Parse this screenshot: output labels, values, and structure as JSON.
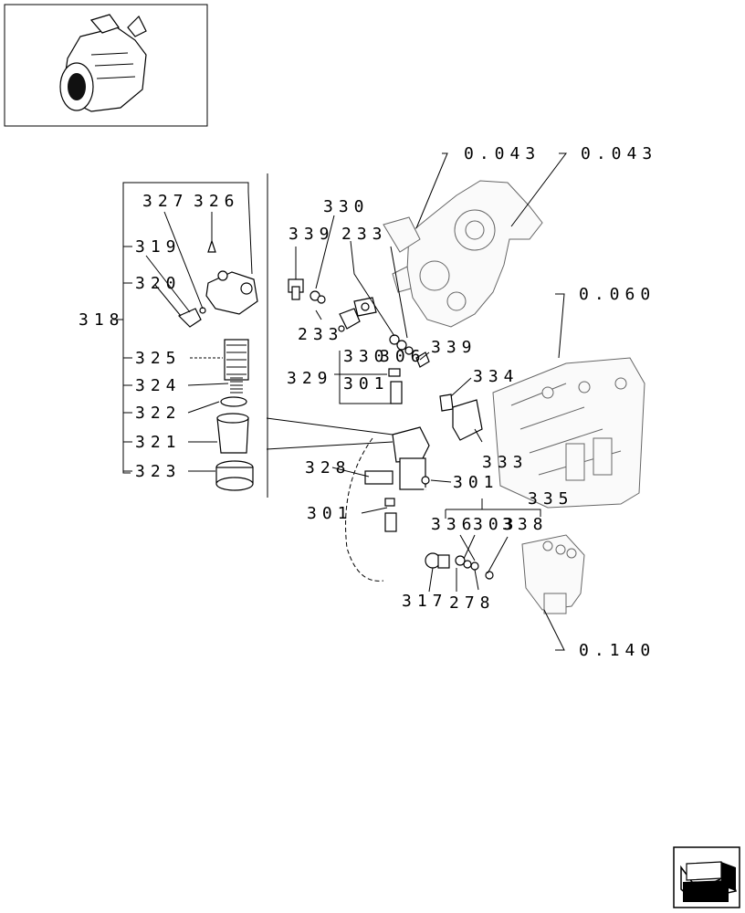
{
  "callouts": [
    {
      "id": "c0043a",
      "text": "0.043"
    },
    {
      "id": "c0043b",
      "text": "0.043"
    },
    {
      "id": "c0060",
      "text": "0.060"
    },
    {
      "id": "c0140",
      "text": "0.140"
    },
    {
      "id": "c327",
      "text": "327"
    },
    {
      "id": "c326",
      "text": "326"
    },
    {
      "id": "c319",
      "text": "319"
    },
    {
      "id": "c320",
      "text": "320"
    },
    {
      "id": "c318",
      "text": "318"
    },
    {
      "id": "c325",
      "text": "325"
    },
    {
      "id": "c324",
      "text": "324"
    },
    {
      "id": "c322",
      "text": "322"
    },
    {
      "id": "c321",
      "text": "321"
    },
    {
      "id": "c323",
      "text": "323"
    },
    {
      "id": "c330",
      "text": "330"
    },
    {
      "id": "c339a",
      "text": "339"
    },
    {
      "id": "c233a",
      "text": "233"
    },
    {
      "id": "c233b",
      "text": "233"
    },
    {
      "id": "c330b",
      "text": "330"
    },
    {
      "id": "c306",
      "text": "306"
    },
    {
      "id": "c339b",
      "text": "339"
    },
    {
      "id": "c329",
      "text": "329"
    },
    {
      "id": "c301a",
      "text": "301"
    },
    {
      "id": "c334",
      "text": "334"
    },
    {
      "id": "c333",
      "text": "333"
    },
    {
      "id": "c328",
      "text": "328"
    },
    {
      "id": "c301b",
      "text": "301"
    },
    {
      "id": "c335",
      "text": "335"
    },
    {
      "id": "c301c",
      "text": "301"
    },
    {
      "id": "c336",
      "text": "336"
    },
    {
      "id": "c303",
      "text": "303"
    },
    {
      "id": "c338",
      "text": "338"
    },
    {
      "id": "c317",
      "text": "317"
    },
    {
      "id": "c278",
      "text": "278"
    }
  ],
  "icons": {
    "thumbnail": "engine-thumbnail",
    "nav": "next-page-arrow-icon"
  }
}
